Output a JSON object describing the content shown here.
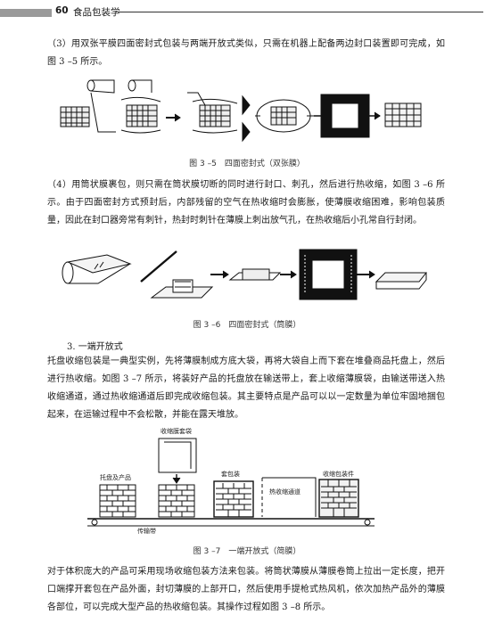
{
  "header": {
    "page_number": "60",
    "book_title": "食品包装学"
  },
  "paragraphs": {
    "p1": "（3）用双张平膜四面密封式包装与两端开放式类似，只需在机器上配备两边封口装置即可完成，如图 3 –5 所示。",
    "p2": "（4）用筒状膜裹包，则只需在筒状膜切断的同时进行封口、刺孔，然后进行热收缩，如图 3 –6 所示。由于四面密封方式预封后，内部残留的空气在热收缩时会膨胀，使薄膜收缩困难，影响包装质量，因此在封口器旁常有刺针，热封时刺针在薄膜上刺出放气孔，在热收缩后小孔常自行封闭。",
    "heading3": "3. 一端开放式",
    "p3": "托盘收缩包装是一典型实例，先将薄膜制成方底大袋，再将大袋自上而下套在堆叠商品托盘上，然后进行热收缩。如图 3 –7 所示，将装好产品的托盘放在输送带上，套上收缩薄膜袋，由输送带送入热收缩通道，通过热收缩通道后即完成收缩包装。其主要特点是产品可以以一定数量为单位牢固地捆包起来，在运输过程中不会松散，并能在露天堆放。",
    "p4": "对于体积庞大的产品可采用现场收缩包装方法来包装。将筒状薄膜从薄膜卷筒上拉出一定长度，把开口端撑开套包在产品外面，封切薄膜的上部开口，然后使用手提枪式热风机，依次加热产品外的薄膜各部位，可以完成大型产品的热收缩包装。其操作过程如图 3 –8 所示。"
  },
  "figures": {
    "fig35_caption": "图 3 –5　四面密封式（双张膜）",
    "fig36_caption": "图 3 –6　四面密封式（筒膜）",
    "fig37_caption": "图 3 –7　一端开放式（简膜）",
    "fig37_labels": {
      "bag": "收缩膜套袋",
      "tray": "托盘及产品",
      "cover": "套包装",
      "tunnel": "热收缩通道",
      "finished": "收缩包装件",
      "conveyor": "传输带"
    }
  }
}
